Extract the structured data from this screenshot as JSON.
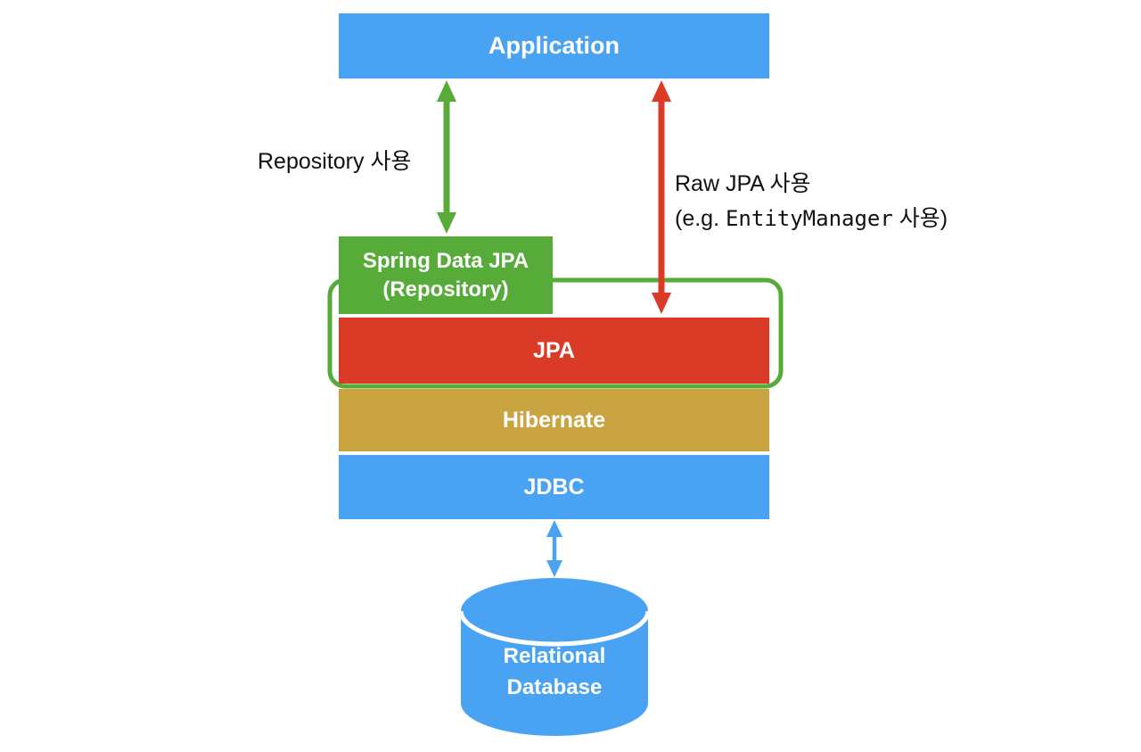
{
  "colors": {
    "blue": "#4AA2F3",
    "green": "#56AB39",
    "red": "#DA3B26",
    "gold": "#C9A440",
    "text": "#111111"
  },
  "boxes": {
    "application": {
      "label": "Application"
    },
    "spring_data_jpa": {
      "label_line1": "Spring Data JPA",
      "label_line2": "(Repository)"
    },
    "jpa": {
      "label": "JPA"
    },
    "hibernate": {
      "label": "Hibernate"
    },
    "jdbc": {
      "label": "JDBC"
    },
    "database": {
      "label_line1": "Relational",
      "label_line2": "Database"
    }
  },
  "annotations": {
    "repository_usage": "Repository 사용",
    "raw_jpa_usage_line1": "Raw JPA 사용",
    "raw_jpa_usage_prefix": "(e.g. ",
    "raw_jpa_usage_code": "EntityManager",
    "raw_jpa_usage_suffix": " 사용)"
  }
}
